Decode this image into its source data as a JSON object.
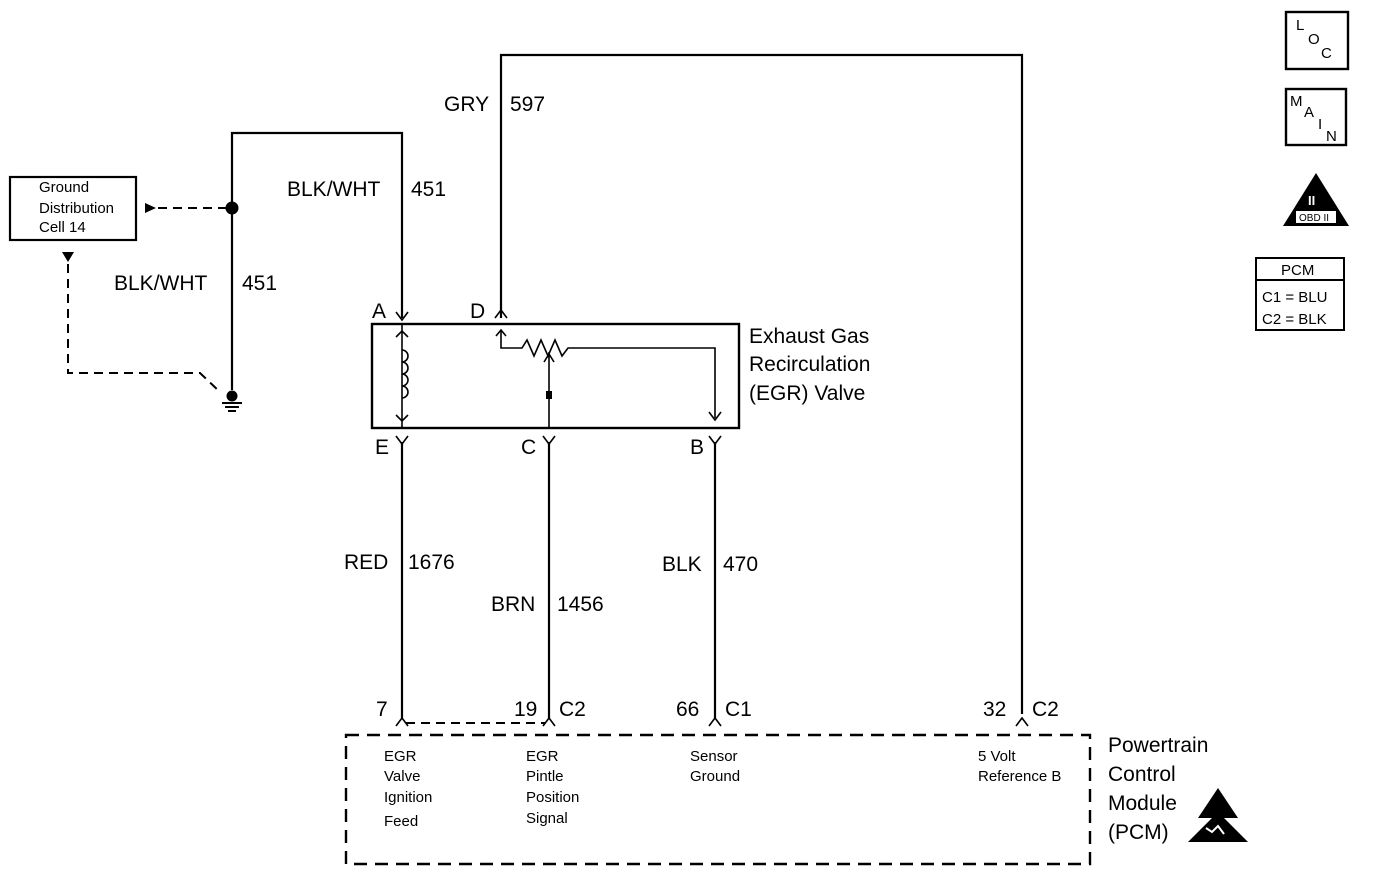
{
  "ground_box": {
    "line1": "Ground",
    "line2": "Distribution",
    "line3": "Cell 14"
  },
  "wires": {
    "ground_upper": {
      "color": "BLK/WHT",
      "circuit": "451"
    },
    "ground_lower": {
      "color": "BLK/WHT",
      "circuit": "451"
    },
    "gry": {
      "color": "GRY",
      "circuit": "597"
    },
    "red": {
      "color": "RED",
      "circuit": "1676"
    },
    "brn": {
      "color": "BRN",
      "circuit": "1456"
    },
    "blk": {
      "color": "BLK",
      "circuit": "470"
    }
  },
  "egr_valve": {
    "title_line1": "Exhaust Gas",
    "title_line2": "Recirculation",
    "title_line3": "(EGR) Valve",
    "pins": {
      "a": "A",
      "d": "D",
      "e": "E",
      "c": "C",
      "b": "B"
    }
  },
  "pcm_pins": [
    {
      "pin": "7",
      "connector": ""
    },
    {
      "pin": "19",
      "connector": "C2"
    },
    {
      "pin": "66",
      "connector": "C1"
    },
    {
      "pin": "32",
      "connector": "C2"
    }
  ],
  "pcm_functions": {
    "f1": [
      "EGR",
      "Valve",
      "Ignition",
      "Feed"
    ],
    "f2": [
      "EGR",
      "Pintle",
      "Position",
      "Signal"
    ],
    "f3": [
      "Sensor",
      "Ground"
    ],
    "f4": [
      "5 Volt",
      "Reference B"
    ]
  },
  "pcm": {
    "line1": "Powertrain",
    "line2": "Control",
    "line3": "Module",
    "line4": "(PCM)"
  },
  "legend": {
    "loc": {
      "l": "L",
      "o": "O",
      "c": "C"
    },
    "main": {
      "m": "M",
      "a": "A",
      "i": "I",
      "n": "N"
    },
    "obd": {
      "numeral": "II",
      "text": "OBD II"
    },
    "pcm_table": {
      "header": "PCM",
      "row1": "C1 = BLU",
      "row2": "C2 = BLK"
    }
  },
  "icons": [
    "ground-symbol-icon",
    "arrow-connector-icon",
    "esd-warning-icon",
    "obd-triangle-icon"
  ]
}
